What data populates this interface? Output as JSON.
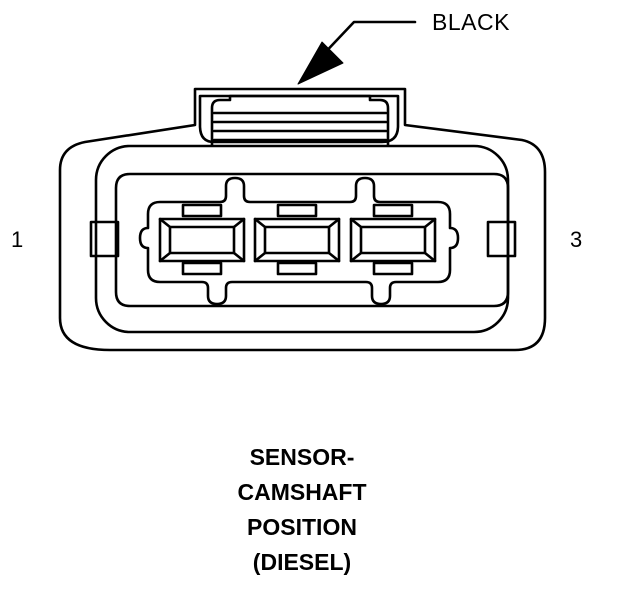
{
  "wire_color": "BLACK",
  "pins": {
    "left": "1",
    "right": "3"
  },
  "caption": {
    "line1": "SENSOR-",
    "line2": "CAMSHAFT",
    "line3": "POSITION",
    "line4": "(DIESEL)"
  }
}
